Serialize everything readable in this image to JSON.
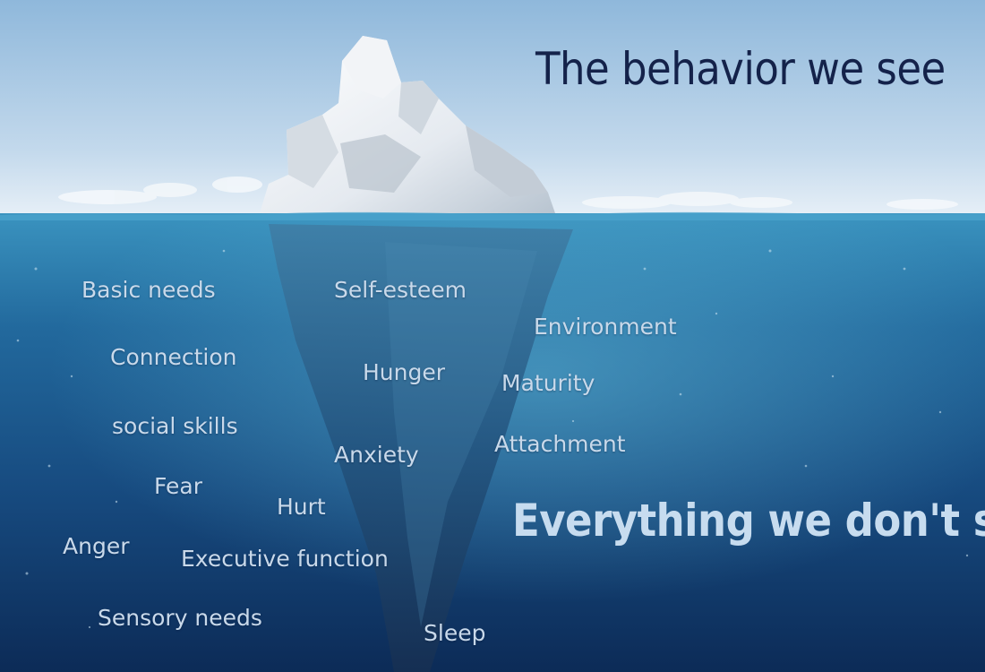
{
  "headline_above": "The behavior we see",
  "headline_below": "Everything we don't see",
  "hidden_factors": [
    "Basic needs",
    "Self-esteem",
    "Environment",
    "Connection",
    "Hunger",
    "Maturity",
    "social skills",
    "Anxiety",
    "Attachment",
    "Fear",
    "Hurt",
    "Anger",
    "Executive function",
    "Sensory needs",
    "Sleep"
  ],
  "colors": {
    "sky_top": "#9fc3e1",
    "sky_horizon": "#e4eef6",
    "water_top": "#2f86b3",
    "water_deep": "#0d2f5c",
    "headline_above": "#14224a",
    "headline_below": "#c7dcef",
    "factor_text": "#c9d9ea"
  }
}
